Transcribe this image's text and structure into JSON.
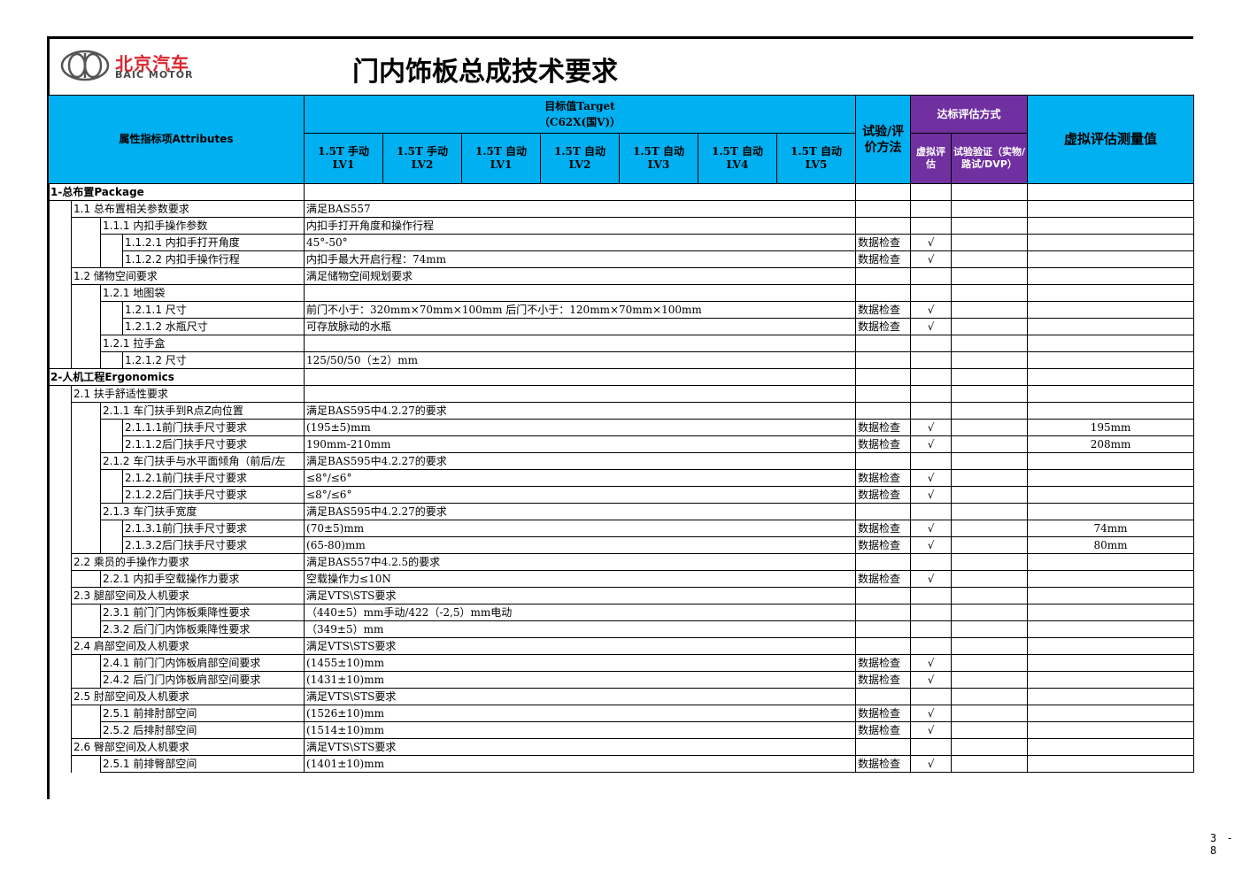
{
  "logo": {
    "cn": "北京汽车",
    "en": "BAIC MOTOR"
  },
  "title": "门内饰板总成技术要求",
  "header": {
    "attributes": "属性指标项Attributes",
    "target_line1": "目标值Target",
    "target_line2": "（C62X(国V)）",
    "method": "试验/评价方法",
    "eval_way": "达标评估方式",
    "virtual_eval": "虚拟评估",
    "test_verify": "试验验证（实物/路试/DVP）",
    "virtual_measure": "虚拟评估测量值",
    "variants": [
      {
        "a": "1.5T 手动",
        "b": "LV1"
      },
      {
        "a": "1.5T 手动",
        "b": "LV2"
      },
      {
        "a": "1.5T 自动",
        "b": "LV1"
      },
      {
        "a": "1.5T 自动",
        "b": "LV2"
      },
      {
        "a": "1.5T 自动",
        "b": "LV3"
      },
      {
        "a": "1.5T 自动",
        "b": "LV4"
      },
      {
        "a": "1.5T 自动",
        "b": "LV5"
      }
    ]
  },
  "rows": [
    {
      "level": 0,
      "label": "1-总布置Package",
      "req": "",
      "method": "",
      "check": "",
      "measure": ""
    },
    {
      "level": 1,
      "label": "1.1 总布置相关参数要求",
      "req": "满足BAS557",
      "method": "",
      "check": "",
      "measure": ""
    },
    {
      "level": 2,
      "label": "1.1.1 内扣手操作参数",
      "req": "内扣手打开角度和操作行程",
      "method": "",
      "check": "",
      "measure": ""
    },
    {
      "level": 3,
      "label": "1.1.2.1 内扣手打开角度",
      "req": "45°-50°",
      "method": "数据检查",
      "check": "√",
      "measure": ""
    },
    {
      "level": 3,
      "label": "1.1.2.2 内扣手操作行程",
      "req": "内扣手最大开启行程：74mm",
      "method": "数据检查",
      "check": "√",
      "measure": ""
    },
    {
      "level": 1,
      "label": "1.2 储物空间要求",
      "req": "满足储物空间规划要求",
      "method": "",
      "check": "",
      "measure": ""
    },
    {
      "level": 2,
      "label": "1.2.1 地图袋",
      "req": "",
      "method": "",
      "check": "",
      "measure": ""
    },
    {
      "level": 3,
      "label": "1.2.1.1 尺寸",
      "req": "前门不小于：320mm×70mm×100mm        后门不小于：120mm×70mm×100mm",
      "method": "数据检查",
      "check": "√",
      "measure": "",
      "tall": true
    },
    {
      "level": 3,
      "label": "1.2.1.2 水瓶尺寸",
      "req": "可存放脉动的水瓶",
      "method": "数据检查",
      "check": "√",
      "measure": ""
    },
    {
      "level": 2,
      "label": "1.2.1 拉手盒",
      "req": "",
      "method": "",
      "check": "",
      "measure": ""
    },
    {
      "level": 3,
      "label": "1.2.1.2 尺寸",
      "req": "125/50/50（±2）mm",
      "method": "",
      "check": "",
      "measure": ""
    },
    {
      "level": 0,
      "label": "2-人机工程Ergonomics",
      "req": "",
      "method": "",
      "check": "",
      "measure": ""
    },
    {
      "level": 1,
      "label": "2.1  扶手舒适性要求",
      "req": "",
      "method": "",
      "check": "",
      "measure": ""
    },
    {
      "level": 2,
      "label": "2.1.1 车门扶手到R点Z向位置",
      "req": "满足BAS595中4.2.27的要求",
      "method": "",
      "check": "",
      "measure": ""
    },
    {
      "level": 3,
      "label": "2.1.1.1前门扶手尺寸要求",
      "req": "(195±5)mm",
      "method": "数据检查",
      "check": "√",
      "measure": "195mm"
    },
    {
      "level": 3,
      "label": "2.1.1.2后门扶手尺寸要求",
      "req": "190mm-210mm",
      "method": "数据检查",
      "check": "√",
      "measure": "208mm"
    },
    {
      "level": 2,
      "label": "2.1.2 车门扶手与水平面倾角（前后/左",
      "req": "满足BAS595中4.2.27的要求",
      "method": "",
      "check": "",
      "measure": ""
    },
    {
      "level": 3,
      "label": "2.1.2.1前门扶手尺寸要求",
      "req": "≤8°/≤6°",
      "method": "数据检查",
      "check": "√",
      "measure": ""
    },
    {
      "level": 3,
      "label": "2.1.2.2后门扶手尺寸要求",
      "req": "≤8°/≤6°",
      "method": "数据检查",
      "check": "√",
      "measure": ""
    },
    {
      "level": 2,
      "label": "2.1.3  车门扶手宽度",
      "req": "满足BAS595中4.2.27的要求",
      "method": "",
      "check": "",
      "measure": ""
    },
    {
      "level": 3,
      "label": "2.1.3.1前门扶手尺寸要求",
      "req": "(70±5)mm",
      "method": "数据检查",
      "check": "√",
      "measure": "74mm"
    },
    {
      "level": 3,
      "label": "2.1.3.2后门扶手尺寸要求",
      "req": "(65-80)mm",
      "method": "数据检查",
      "check": "√",
      "measure": "80mm"
    },
    {
      "level": 1,
      "label": "2.2  乘员的手操作力要求",
      "req": "满足BAS557中4.2.5的要求",
      "method": "",
      "check": "",
      "measure": ""
    },
    {
      "level": 2,
      "label": "2.2.1 内扣手空载操作力要求",
      "req": "空载操作力≤10N",
      "method": "数据检查",
      "check": "√",
      "measure": ""
    },
    {
      "level": 1,
      "label": "2.3  腿部空间及人机要求",
      "req": "满足VTS\\STS要求",
      "method": "",
      "check": "",
      "measure": ""
    },
    {
      "level": 2,
      "label": "2.3.1  前门门内饰板乘降性要求",
      "req": "（440±5）mm手动/422（-2,5）mm电动",
      "method": "",
      "check": "",
      "measure": ""
    },
    {
      "level": 2,
      "label": "2.3.2  后门门内饰板乘降性要求",
      "req": "（349±5）mm",
      "method": "",
      "check": "",
      "measure": ""
    },
    {
      "level": 1,
      "label": "2.4  肩部空间及人机要求",
      "req": "满足VTS\\STS要求",
      "method": "",
      "check": "",
      "measure": ""
    },
    {
      "level": 2,
      "label": "2.4.1 前门门内饰板肩部空间要求",
      "req": "(1455±10)mm",
      "method": "数据检查",
      "check": "√",
      "measure": ""
    },
    {
      "level": 2,
      "label": "2.4.2 后门门内饰板肩部空间要求",
      "req": "(1431±10)mm",
      "method": "数据检查",
      "check": "√",
      "measure": ""
    },
    {
      "level": 1,
      "label": "2.5  肘部空间及人机要求",
      "req": "满足VTS\\STS要求",
      "method": "",
      "check": "",
      "measure": ""
    },
    {
      "level": 2,
      "label": "2.5.1 前排肘部空间",
      "req": "(1526±10)mm",
      "method": "数据检查",
      "check": "√",
      "measure": ""
    },
    {
      "level": 2,
      "label": "2.5.2 后排肘部空间",
      "req": "(1514±10)mm",
      "method": "数据检查",
      "check": "√",
      "measure": ""
    },
    {
      "level": 1,
      "label": "2.6  臀部空间及人机要求",
      "req": "满足VTS\\STS要求",
      "method": "",
      "check": "",
      "measure": ""
    },
    {
      "level": 2,
      "label": "2.5.1 前排臀部空间",
      "req": "(1401±10)mm",
      "method": "数据检查",
      "check": "√",
      "measure": ""
    }
  ],
  "page_number": "3 - 8"
}
